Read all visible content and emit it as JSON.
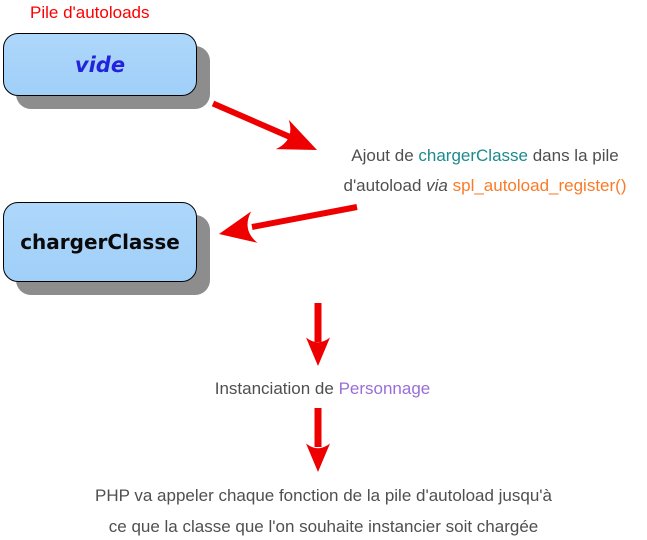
{
  "stack_label": "Pile d'autoloads",
  "boxes": {
    "empty": {
      "label": "vide"
    },
    "charger": {
      "label": "chargerClasse"
    }
  },
  "annotation_register": {
    "line1": {
      "text_before": "Ajout de ",
      "function_name": "chargerClasse",
      "text_after": " dans la pile"
    },
    "line2": {
      "text_before": "d'autoload ",
      "via": "via ",
      "code": "spl_autoload_register()"
    }
  },
  "annotation_instantiation": {
    "text_before": "Instanciation de ",
    "class_name": "Personnage"
  },
  "footer": {
    "line1": "PHP va appeler chaque fonction de la pile d'autoload jusqu'à",
    "line2": "ce que la classe que l'on souhaite instancier soit chargée"
  },
  "icons": {
    "arrow_stack_to_register": "arrow-down-right",
    "arrow_register_to_stack": "arrow-down-left",
    "arrow_to_instantiation": "arrow-down",
    "arrow_to_footer": "arrow-down"
  },
  "colors": {
    "label_red": "#fb0000",
    "arrow_red": "#ee0000",
    "function_teal": "#1e8a8e",
    "code_orange": "#f97b28",
    "class_purple": "#9a6ed6",
    "body_gray": "#4f4f4f",
    "box_fill_blue": "#a5d1f8",
    "box_text_blue": "#2323dd",
    "shadow_gray": "#8d8d8d"
  }
}
